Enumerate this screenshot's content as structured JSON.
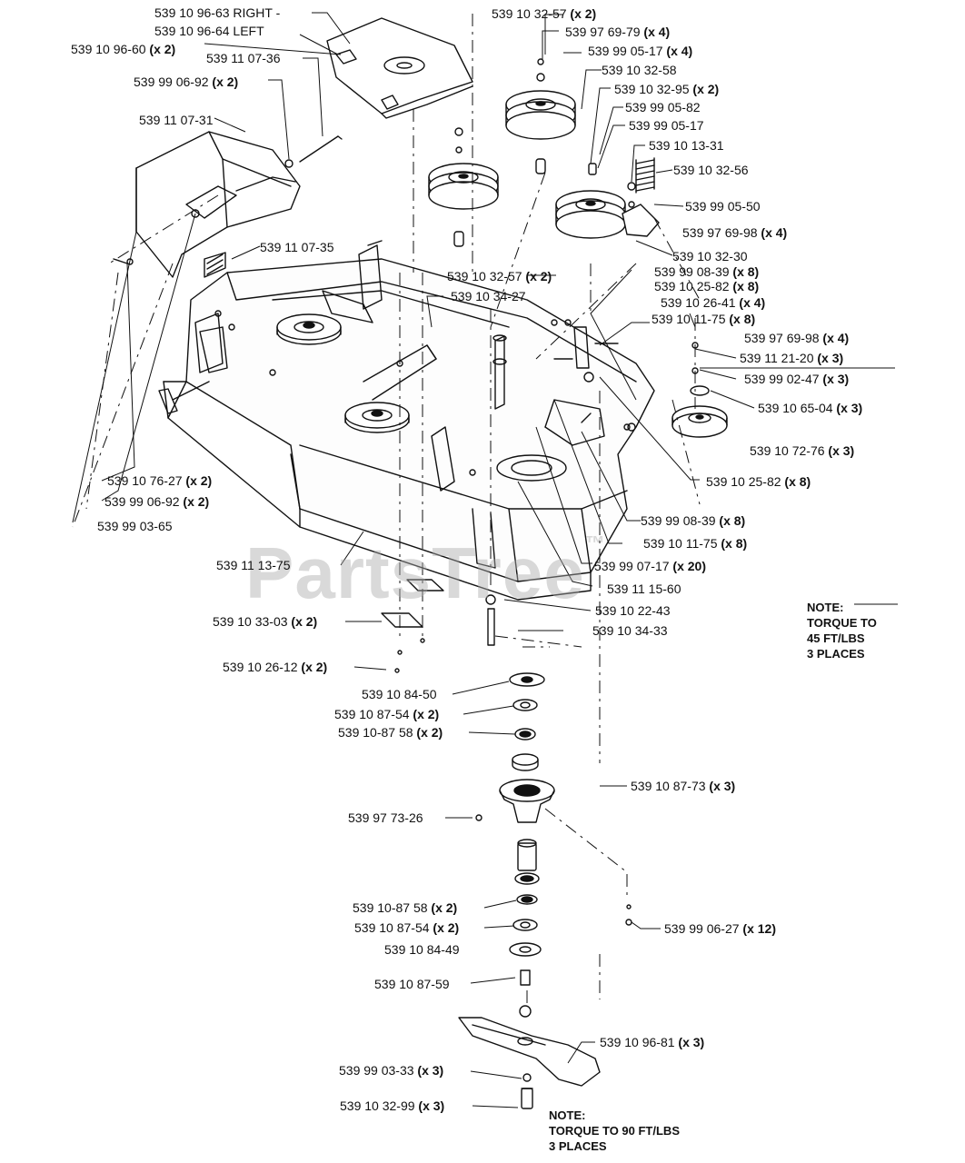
{
  "watermark": {
    "text": "PartsTree",
    "trademark": "™"
  },
  "labels": [
    {
      "id": "l01",
      "code": "539 10 96-63",
      "qty": "RIGHT"
    },
    {
      "id": "l02",
      "code": "539 10 96-64",
      "qty": "LEFT"
    },
    {
      "id": "l03",
      "code": "539 10 96-60",
      "qty": "(x 2)"
    },
    {
      "id": "l04",
      "code": "539 11 07-36",
      "qty": ""
    },
    {
      "id": "l05",
      "code": "539 99 06-92",
      "qty": "(x 2)"
    },
    {
      "id": "l06",
      "code": "539 11 07-31",
      "qty": ""
    },
    {
      "id": "l07",
      "code": "539 11 07-35",
      "qty": ""
    },
    {
      "id": "l08",
      "code": "539 10 32-57",
      "qty": "(x 2)"
    },
    {
      "id": "l09",
      "code": "539 97 69-79",
      "qty": "(x 4)"
    },
    {
      "id": "l10",
      "code": "539 99 05-17",
      "qty": "(x 4)"
    },
    {
      "id": "l11",
      "code": "539 10 32-58",
      "qty": ""
    },
    {
      "id": "l12",
      "code": "539 10 32-95",
      "qty": "(x 2)"
    },
    {
      "id": "l13",
      "code": "539 99 05-82",
      "qty": ""
    },
    {
      "id": "l14",
      "code": "539 99 05-17",
      "qty": ""
    },
    {
      "id": "l15",
      "code": "539 10 13-31",
      "qty": ""
    },
    {
      "id": "l16",
      "code": "539 10 32-56",
      "qty": ""
    },
    {
      "id": "l17",
      "code": "539 99 05-50",
      "qty": ""
    },
    {
      "id": "l18",
      "code": "539 97 69-98",
      "qty": "(x 4)"
    },
    {
      "id": "l19",
      "code": "539 10 32-30",
      "qty": ""
    },
    {
      "id": "l20",
      "code": "539 10 32-57",
      "qty": "(x 2)"
    },
    {
      "id": "l21",
      "code": "539 99 08-39",
      "qty": "(x 8)"
    },
    {
      "id": "l22",
      "code": "539 10 34-27",
      "qty": ""
    },
    {
      "id": "l23",
      "code": "539 10 25-82",
      "qty": "(x 8)"
    },
    {
      "id": "l24",
      "code": "539 10 26-41",
      "qty": "(x 4)"
    },
    {
      "id": "l25",
      "code": "539 10 11-75",
      "qty": "(x 8)"
    },
    {
      "id": "l26",
      "code": "539 97 69-98",
      "qty": "(x 4)"
    },
    {
      "id": "l27",
      "code": "539 11 21-20",
      "qty": "(x 3)"
    },
    {
      "id": "l28",
      "code": "539 99 02-47",
      "qty": "(x 3)"
    },
    {
      "id": "l29",
      "code": "539 10 65-04",
      "qty": "(x 3)"
    },
    {
      "id": "l30",
      "code": "539 10 72-76",
      "qty": "(x 3)"
    },
    {
      "id": "l31",
      "code": "539 10 25-82",
      "qty": "(x 8)"
    },
    {
      "id": "l32",
      "code": "539 10 76-27",
      "qty": "(x 2)"
    },
    {
      "id": "l33",
      "code": "539 99 06-92",
      "qty": "(x 2)"
    },
    {
      "id": "l34",
      "code": "539 99 03-65",
      "qty": ""
    },
    {
      "id": "l35",
      "code": "539 99 08-39",
      "qty": "(x 8)"
    },
    {
      "id": "l36",
      "code": "539 10 11-75",
      "qty": "(x 8)"
    },
    {
      "id": "l37",
      "code": "539 11 13-75",
      "qty": ""
    },
    {
      "id": "l38",
      "code": "539 99 07-17",
      "qty": "(x 20)"
    },
    {
      "id": "l39",
      "code": "539 11 15-60",
      "qty": ""
    },
    {
      "id": "l40",
      "code": "539 10 22-43",
      "qty": ""
    },
    {
      "id": "l41",
      "code": "539 10 33-03",
      "qty": "(x 2)"
    },
    {
      "id": "l42",
      "code": "539 10 34-33",
      "qty": ""
    },
    {
      "id": "l43",
      "code": "539 10 26-12",
      "qty": "(x 2)"
    },
    {
      "id": "l44",
      "code": "539 10 84-50",
      "qty": ""
    },
    {
      "id": "l45",
      "code": "539 10 87-54",
      "qty": "(x 2)"
    },
    {
      "id": "l46",
      "code": "539 10-87 58",
      "qty": "(x 2)"
    },
    {
      "id": "l47",
      "code": "539 10 87-73",
      "qty": "(x 3)"
    },
    {
      "id": "l48",
      "code": "539 97 73-26",
      "qty": ""
    },
    {
      "id": "l49",
      "code": "539 10-87 58",
      "qty": "(x 2)"
    },
    {
      "id": "l50",
      "code": "539 10 87-54",
      "qty": "(x 2)"
    },
    {
      "id": "l51",
      "code": "539 99 06-27",
      "qty": "(x 12)"
    },
    {
      "id": "l52",
      "code": "539 10 84-49",
      "qty": ""
    },
    {
      "id": "l53",
      "code": "539 10 87-59",
      "qty": ""
    },
    {
      "id": "l54",
      "code": "539 10 96-81",
      "qty": "(x 3)"
    },
    {
      "id": "l55",
      "code": "539 99 03-33",
      "qty": "(x 3)"
    },
    {
      "id": "l56",
      "code": "539 10 32-99",
      "qty": "(x 3)"
    }
  ],
  "notes": [
    {
      "id": "note1",
      "lines": [
        "NOTE:",
        "TORQUE TO",
        "45 FT/LBS",
        "3 PLACES"
      ]
    },
    {
      "id": "note2",
      "lines": [
        "NOTE:",
        "TORQUE TO 90 FT/LBS",
        "3 PLACES"
      ]
    }
  ]
}
